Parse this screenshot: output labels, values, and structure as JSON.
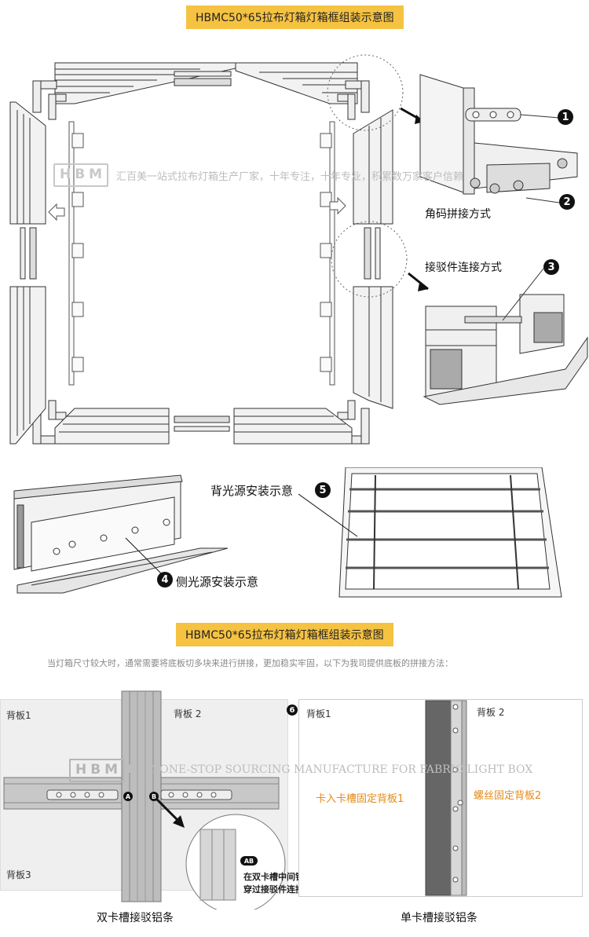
{
  "section1": {
    "title": "HBMC50*65拉布灯箱灯箱框组装示意图",
    "watermark": "汇百美一站式拉布灯箱生产厂家，十年专注，十年专业，积累数万家客户信赖",
    "watermark_logo": "HBM",
    "callouts": [
      {
        "num": "1",
        "label": ""
      },
      {
        "num": "2",
        "label": "角码拼接方式"
      },
      {
        "num": "3",
        "label": "接驳件连接方式"
      }
    ]
  },
  "section2": {
    "callouts": [
      {
        "num": "4",
        "label": "侧光源安装示意"
      },
      {
        "num": "5",
        "label": "背光源安装示意"
      }
    ]
  },
  "section3": {
    "title": "HBMC50*65拉布灯箱灯箱框组装示意图",
    "description": "当灯箱尺寸较大时，通常需要将底板切多块来进行拼接，更加稳实牢固，以下为我司提供底板的拼接方法：",
    "watermark": "HBM ONE-STOP SOURCING MANUFACTURE FOR FABRIC LIGHT BOX",
    "watermark_logo": "HBM",
    "left": {
      "panel1": "背板1",
      "panel2": "背板 2",
      "panel3": "背板3",
      "marker_a": "A",
      "marker_b": "B",
      "zoom_markers": "AB",
      "note_line1": "在双卡槽中间钻孔，",
      "note_line2": "穿过接驳件连接",
      "caption": "双卡槽接驳铝条"
    },
    "right": {
      "num": "6",
      "panel1": "背板1",
      "panel2": "背板 2",
      "label_left": "卡入卡槽固定背板1",
      "label_right": "螺丝固定背板2",
      "caption": "单卡槽接驳铝条"
    }
  },
  "colors": {
    "banner": "#f5c242",
    "accent": "#e58a16",
    "line": "#333333"
  }
}
